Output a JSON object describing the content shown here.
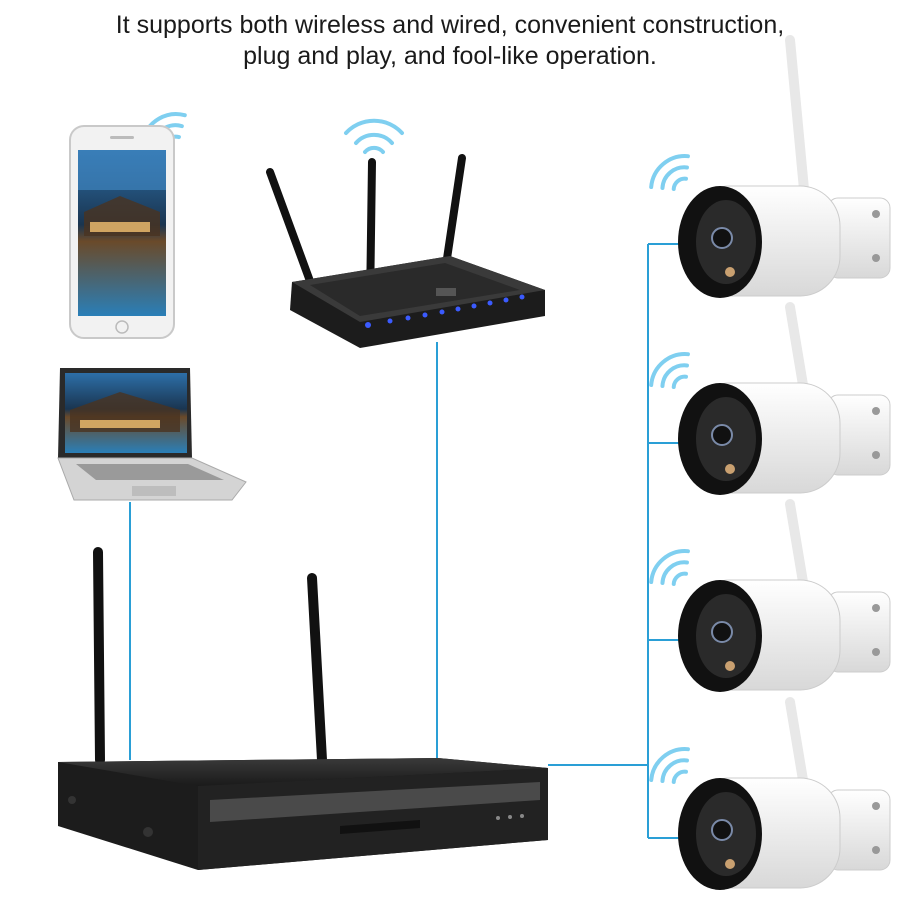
{
  "caption": {
    "line1": "It supports both wireless and wired, convenient construction,",
    "line2": "plug and play,  and fool-like operation."
  },
  "colors": {
    "cable": "#2a9fd6",
    "wifi_wave": "#7fcff0",
    "device_body": "#1c1c1c",
    "camera_body": "#f4f4f4",
    "led": "#3b5bff"
  },
  "devices": {
    "phone": "smartphone-icon",
    "laptop": "laptop-icon",
    "router": "router-icon",
    "nvr": "nvr-recorder-icon",
    "cameras": [
      "camera-1",
      "camera-2",
      "camera-3",
      "camera-4"
    ]
  }
}
